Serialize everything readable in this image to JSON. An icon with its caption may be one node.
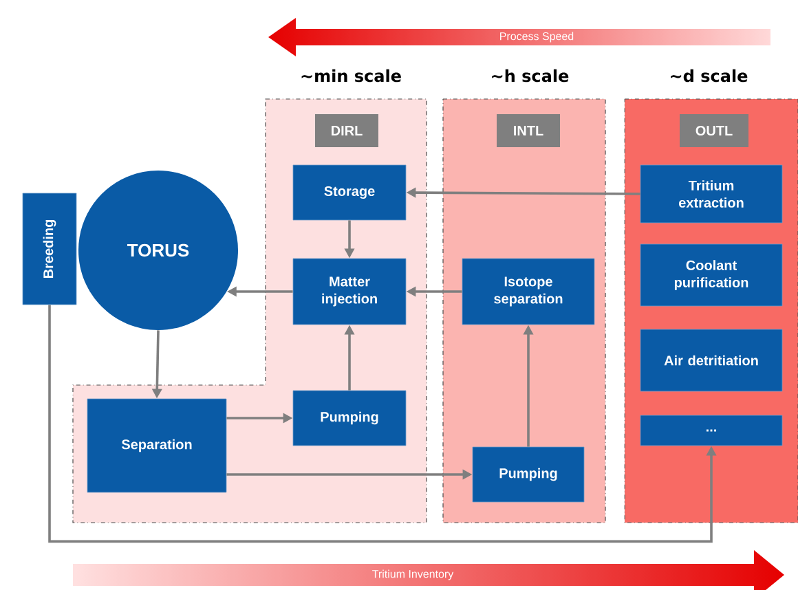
{
  "diagram": {
    "nodes": [
      {
        "text": [
          "∼min scale"
        ]
      },
      {
        "text": [
          "DIRL"
        ],
        "in": 0
      },
      {
        "text": [
          "∼h scale"
        ]
      },
      {
        "text": [
          "INTL"
        ],
        "in": 2
      },
      {
        "text": [
          "∼d scale"
        ]
      },
      {
        "text": [
          "OUTL"
        ],
        "in": 4
      },
      {
        "text": [
          "Breeding"
        ]
      },
      {
        "text": [
          "TORUS"
        ]
      },
      {
        "text": [
          "Storage"
        ],
        "in": 0
      },
      {
        "text": [
          "Matter injection"
        ],
        "in": 0
      },
      {
        "text": [
          "Pumping"
        ],
        "in": 0
      },
      {
        "text": [
          "Separation"
        ],
        "in": 0
      },
      {
        "text": [
          "Isotope separation"
        ],
        "in": 2
      },
      {
        "text": [
          "Pumping"
        ],
        "in": 2
      },
      {
        "text": [
          "Tritium extraction"
        ],
        "in": 4
      },
      {
        "text": [
          "Coolant purification"
        ],
        "in": 4
      },
      {
        "text": [
          "Air detritiation"
        ],
        "in": 4
      },
      {
        "text": [
          "..."
        ],
        "in": 4
      }
    ],
    "edges": [
      {
        "from": 14,
        "to": 8,
        "arrow": "to"
      },
      {
        "from": 8,
        "to": 9,
        "arrow": "to"
      },
      {
        "from": 9,
        "to": 7,
        "arrow": "to"
      },
      {
        "from": 12,
        "to": 9,
        "arrow": "to"
      },
      {
        "from": 7,
        "to": 11,
        "arrow": "to"
      },
      {
        "from": 11,
        "to": 10,
        "arrow": "to"
      },
      {
        "from": 10,
        "to": 9,
        "arrow": "to"
      },
      {
        "from": 11,
        "to": 13,
        "arrow": "to"
      },
      {
        "from": 13,
        "to": 12,
        "arrow": "to"
      },
      {
        "from": 6,
        "to": 17,
        "arrow": "to"
      }
    ],
    "labels": [
      "Process Speed",
      "Tritium Inventory"
    ]
  }
}
